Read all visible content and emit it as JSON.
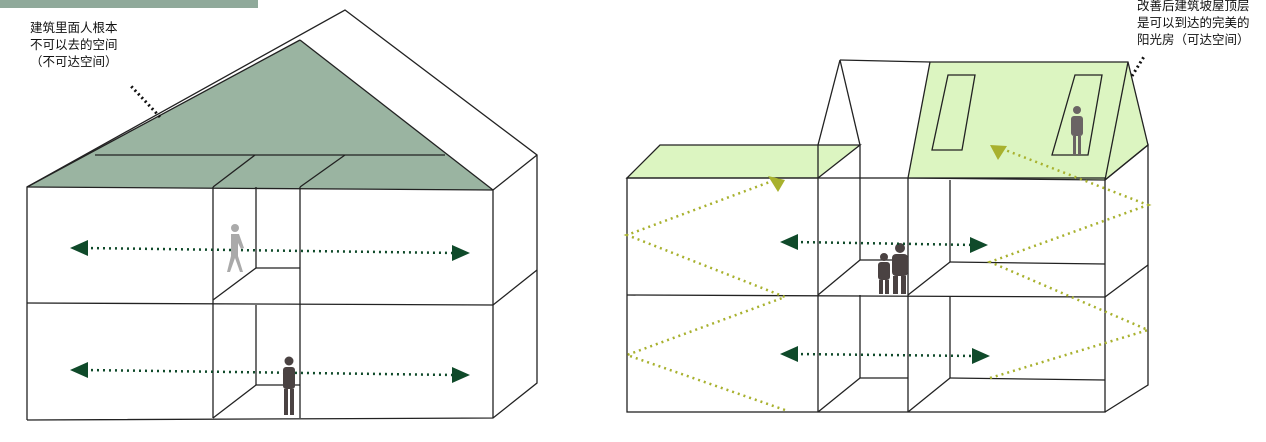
{
  "left_label": [
    "建筑里面人根本",
    "不可以去的空间",
    "（不可达空间）"
  ],
  "right_label": [
    "改善后建筑坡屋顶层",
    "是可以到达的完美的",
    "阳光房（可达空间）"
  ],
  "colors": {
    "roof_dark": "#9ab4a1",
    "roof_light": "#dcf5c1",
    "arrow": "#0f4a2a",
    "zigzag": "#a8b12e",
    "banner": "#8fa99a"
  }
}
